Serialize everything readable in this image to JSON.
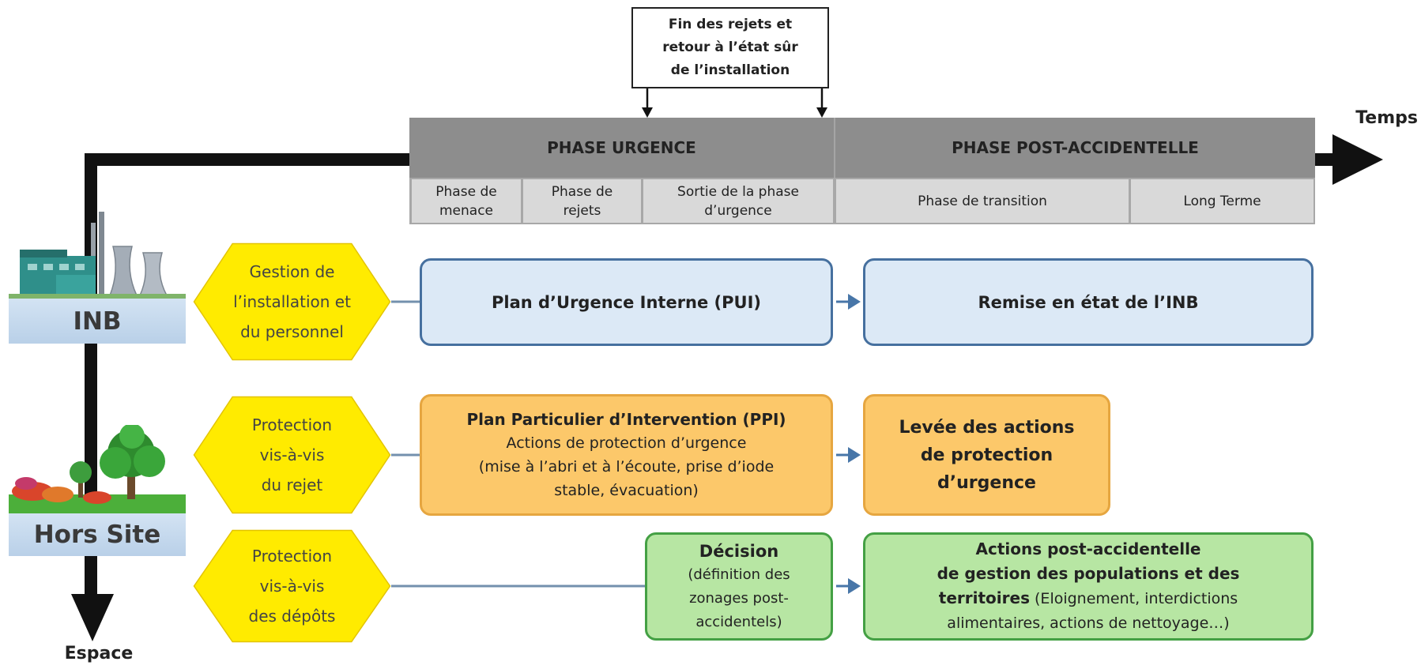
{
  "callout": {
    "lines": [
      "Fin des rejets et",
      "retour à l’état sûr",
      "de l’installation"
    ]
  },
  "axis": {
    "time": "Temps",
    "space": "Espace"
  },
  "phases": {
    "urgence": "PHASE URGENCE",
    "post_accident": "PHASE POST-ACCIDENTELLE",
    "sub": [
      {
        "lines": [
          "Phase de",
          "menace"
        ]
      },
      {
        "lines": [
          "Phase de",
          "rejets"
        ]
      },
      {
        "lines": [
          "Sortie de la phase",
          "d’urgence"
        ]
      },
      {
        "lines": [
          "Phase de transition"
        ]
      },
      {
        "lines": [
          "Long Terme"
        ]
      }
    ]
  },
  "actors": {
    "inb": "INB",
    "hors_site": "Hors Site"
  },
  "domains": [
    {
      "lines": [
        "Gestion de",
        "l’installation et",
        "du personnel"
      ]
    },
    {
      "lines": [
        "Protection",
        "vis-à-vis",
        "du rejet"
      ]
    },
    {
      "lines": [
        "Protection",
        "vis-à-vis",
        "des dépôts"
      ]
    }
  ],
  "actions": {
    "pui": "Plan d’Urgence Interne (PUI)",
    "remise": "Remise en état de l’INB",
    "ppi": {
      "title": "Plan Particulier d’Intervention (PPI)",
      "lines": [
        "Actions de protection d’urgence",
        "(mise à l’abri et à l’écoute, prise d’iode",
        "stable, évacuation)"
      ]
    },
    "levee": {
      "lines": [
        "Levée des actions",
        "de protection",
        "d’urgence"
      ]
    },
    "decision": {
      "title": "Décision",
      "lines": [
        "(définition des",
        "zonages post-",
        "accidentels)"
      ]
    },
    "post": {
      "title_lines": [
        "Actions post-accidentelle",
        "de gestion des populations et des"
      ],
      "bold_word": "territoires",
      "rest": [
        " (Eloignement, interdictions",
        "alimentaires, actions de nettoyage…)"
      ]
    }
  },
  "colors": {
    "header_gray": "#8d8d8d",
    "subheader_gray": "#d9d9d9",
    "hexagon_yellow": "#ffeb00",
    "blue_box": "#dce9f6",
    "orange_box": "#fcc86a",
    "green_box": "#b7e6a3",
    "arrow_blue": "#4876a8",
    "axis_black": "#111111"
  }
}
